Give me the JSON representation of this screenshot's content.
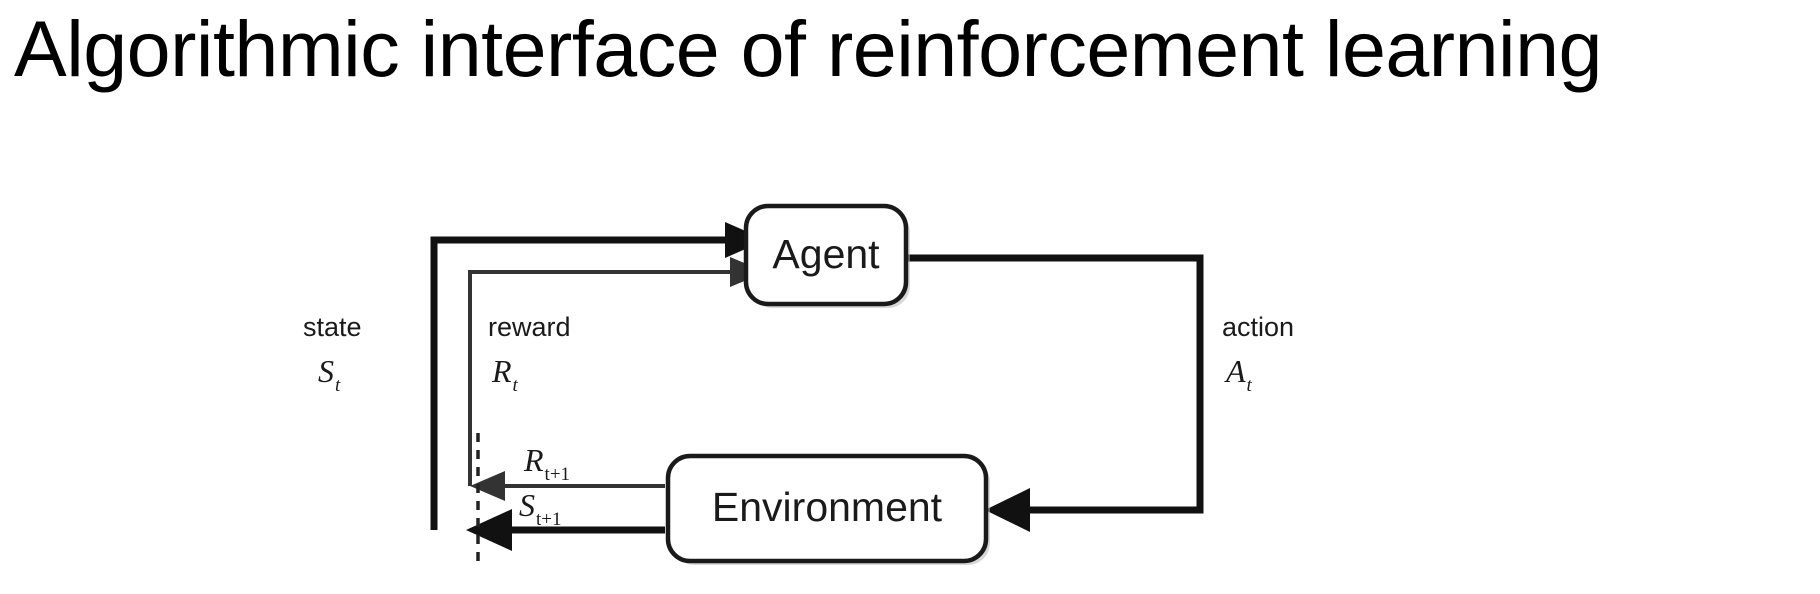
{
  "slide": {
    "title": "Algorithmic interface of reinforcement learning",
    "background_color": "#ffffff",
    "ink_color": "#111111"
  },
  "diagram": {
    "type": "agent-environment-interaction-loop",
    "nodes": [
      {
        "id": "agent",
        "label": "Agent"
      },
      {
        "id": "environment",
        "label": "Environment"
      }
    ],
    "edges": [
      {
        "id": "state-edge",
        "from": "environment",
        "to": "agent",
        "label": "state",
        "symbol_base": "S",
        "symbol_sub": "t",
        "weight": "thick"
      },
      {
        "id": "reward-edge",
        "from": "environment",
        "to": "agent",
        "label": "reward",
        "symbol_base": "R",
        "symbol_sub": "t",
        "weight": "thin"
      },
      {
        "id": "action-edge",
        "from": "agent",
        "to": "environment",
        "label": "action",
        "symbol_base": "A",
        "symbol_sub": "t",
        "weight": "thick"
      }
    ],
    "timestep_labels": [
      {
        "id": "reward-next",
        "base": "R",
        "sub": "t+1"
      },
      {
        "id": "state-next",
        "base": "S",
        "sub": "t+1"
      }
    ],
    "divider": {
      "id": "timestep-divider",
      "style": "dashed-vertical"
    }
  }
}
